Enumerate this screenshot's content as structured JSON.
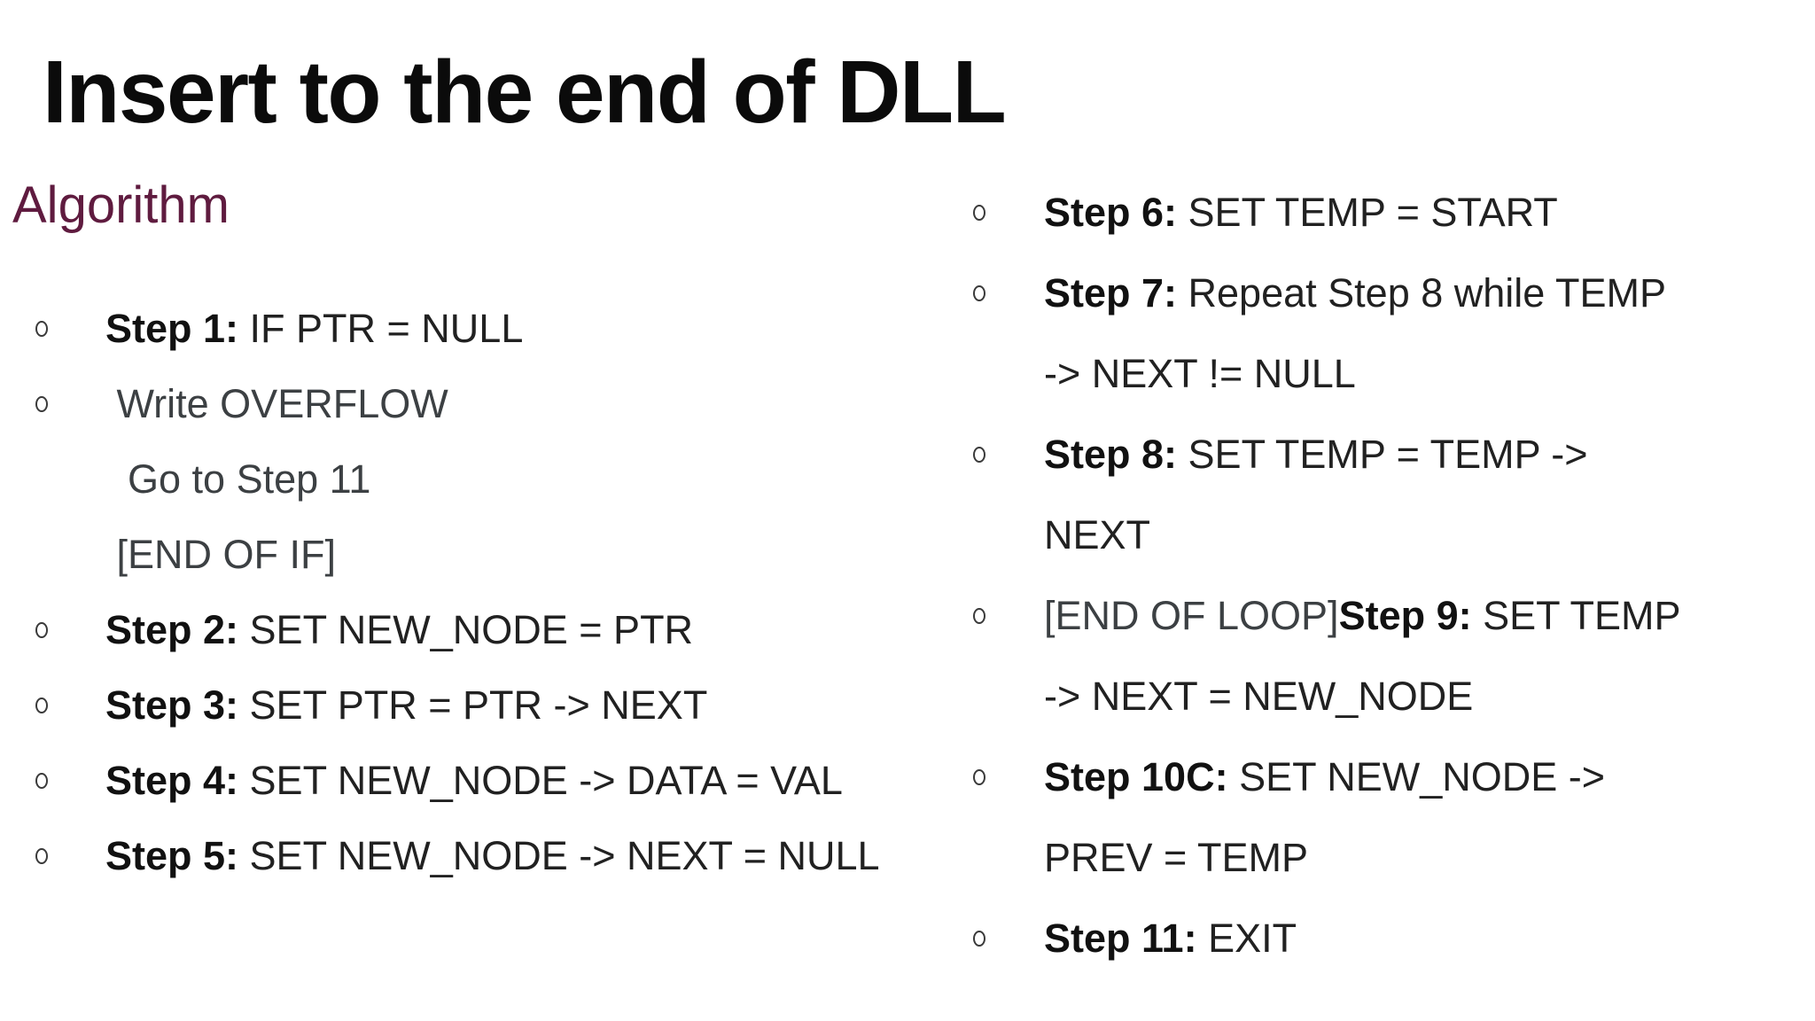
{
  "slide": {
    "title": "Insert to the end of DLL",
    "heading": "Algorithm"
  },
  "colors": {
    "background": "#ffffff",
    "title": "#0b0b0b",
    "heading": "#5f1b3f",
    "bold_text": "#111111",
    "body_text": "#212121",
    "muted_text": "#3c4043",
    "bullet": "#3a3a3a"
  },
  "left_column": {
    "items": [
      {
        "bullet": true,
        "segments": [
          {
            "text": "Step 1:",
            "style": "bold"
          },
          {
            "text": " IF PTR = NULL",
            "style": "body"
          }
        ]
      },
      {
        "bullet": true,
        "segments": [
          {
            "text": " Write OVERFLOW",
            "style": "muted"
          }
        ]
      },
      {
        "bullet": false,
        "segments": [
          {
            "text": "  Go to Step 11",
            "style": "muted"
          }
        ]
      },
      {
        "bullet": false,
        "segments": [
          {
            "text": " [END OF IF]",
            "style": "muted"
          }
        ]
      },
      {
        "bullet": true,
        "segments": [
          {
            "text": "Step 2:",
            "style": "bold"
          },
          {
            "text": " SET NEW_NODE = PTR",
            "style": "body"
          }
        ]
      },
      {
        "bullet": true,
        "segments": [
          {
            "text": "Step 3:",
            "style": "bold"
          },
          {
            "text": " SET PTR = PTR -> NEXT",
            "style": "body"
          }
        ]
      },
      {
        "bullet": true,
        "segments": [
          {
            "text": "Step 4:",
            "style": "bold"
          },
          {
            "text": " SET NEW_NODE -> DATA = VAL",
            "style": "body"
          }
        ]
      },
      {
        "bullet": true,
        "segments": [
          {
            "text": "Step 5:",
            "style": "bold"
          },
          {
            "text": " SET NEW_NODE -> NEXT = NULL",
            "style": "body"
          }
        ]
      }
    ]
  },
  "right_column": {
    "items": [
      {
        "bullet": true,
        "segments": [
          {
            "text": "Step 6:",
            "style": "bold"
          },
          {
            "text": " SET TEMP = START",
            "style": "body"
          }
        ]
      },
      {
        "bullet": true,
        "segments": [
          {
            "text": "Step 7:",
            "style": "bold"
          },
          {
            "text": " Repeat Step 8 while TEMP",
            "style": "body"
          }
        ]
      },
      {
        "bullet": false,
        "segments": [
          {
            "text": "-> NEXT != NULL",
            "style": "body"
          }
        ]
      },
      {
        "bullet": true,
        "segments": [
          {
            "text": "Step 8:",
            "style": "bold"
          },
          {
            "text": " SET TEMP = TEMP ->",
            "style": "body"
          }
        ]
      },
      {
        "bullet": false,
        "segments": [
          {
            "text": "NEXT",
            "style": "body"
          }
        ]
      },
      {
        "bullet": true,
        "segments": [
          {
            "text": "[END OF LOOP]",
            "style": "muted"
          },
          {
            "text": "Step 9:",
            "style": "bold"
          },
          {
            "text": " SET TEMP",
            "style": "body"
          }
        ]
      },
      {
        "bullet": false,
        "segments": [
          {
            "text": "-> NEXT = NEW_NODE",
            "style": "body"
          }
        ]
      },
      {
        "bullet": true,
        "segments": [
          {
            "text": "Step 10C:",
            "style": "bold"
          },
          {
            "text": " SET NEW_NODE ->",
            "style": "body"
          }
        ]
      },
      {
        "bullet": false,
        "segments": [
          {
            "text": "PREV = TEMP",
            "style": "body"
          }
        ]
      },
      {
        "bullet": true,
        "segments": [
          {
            "text": "Step 11:",
            "style": "bold"
          },
          {
            "text": " EXIT",
            "style": "body"
          }
        ]
      }
    ]
  }
}
